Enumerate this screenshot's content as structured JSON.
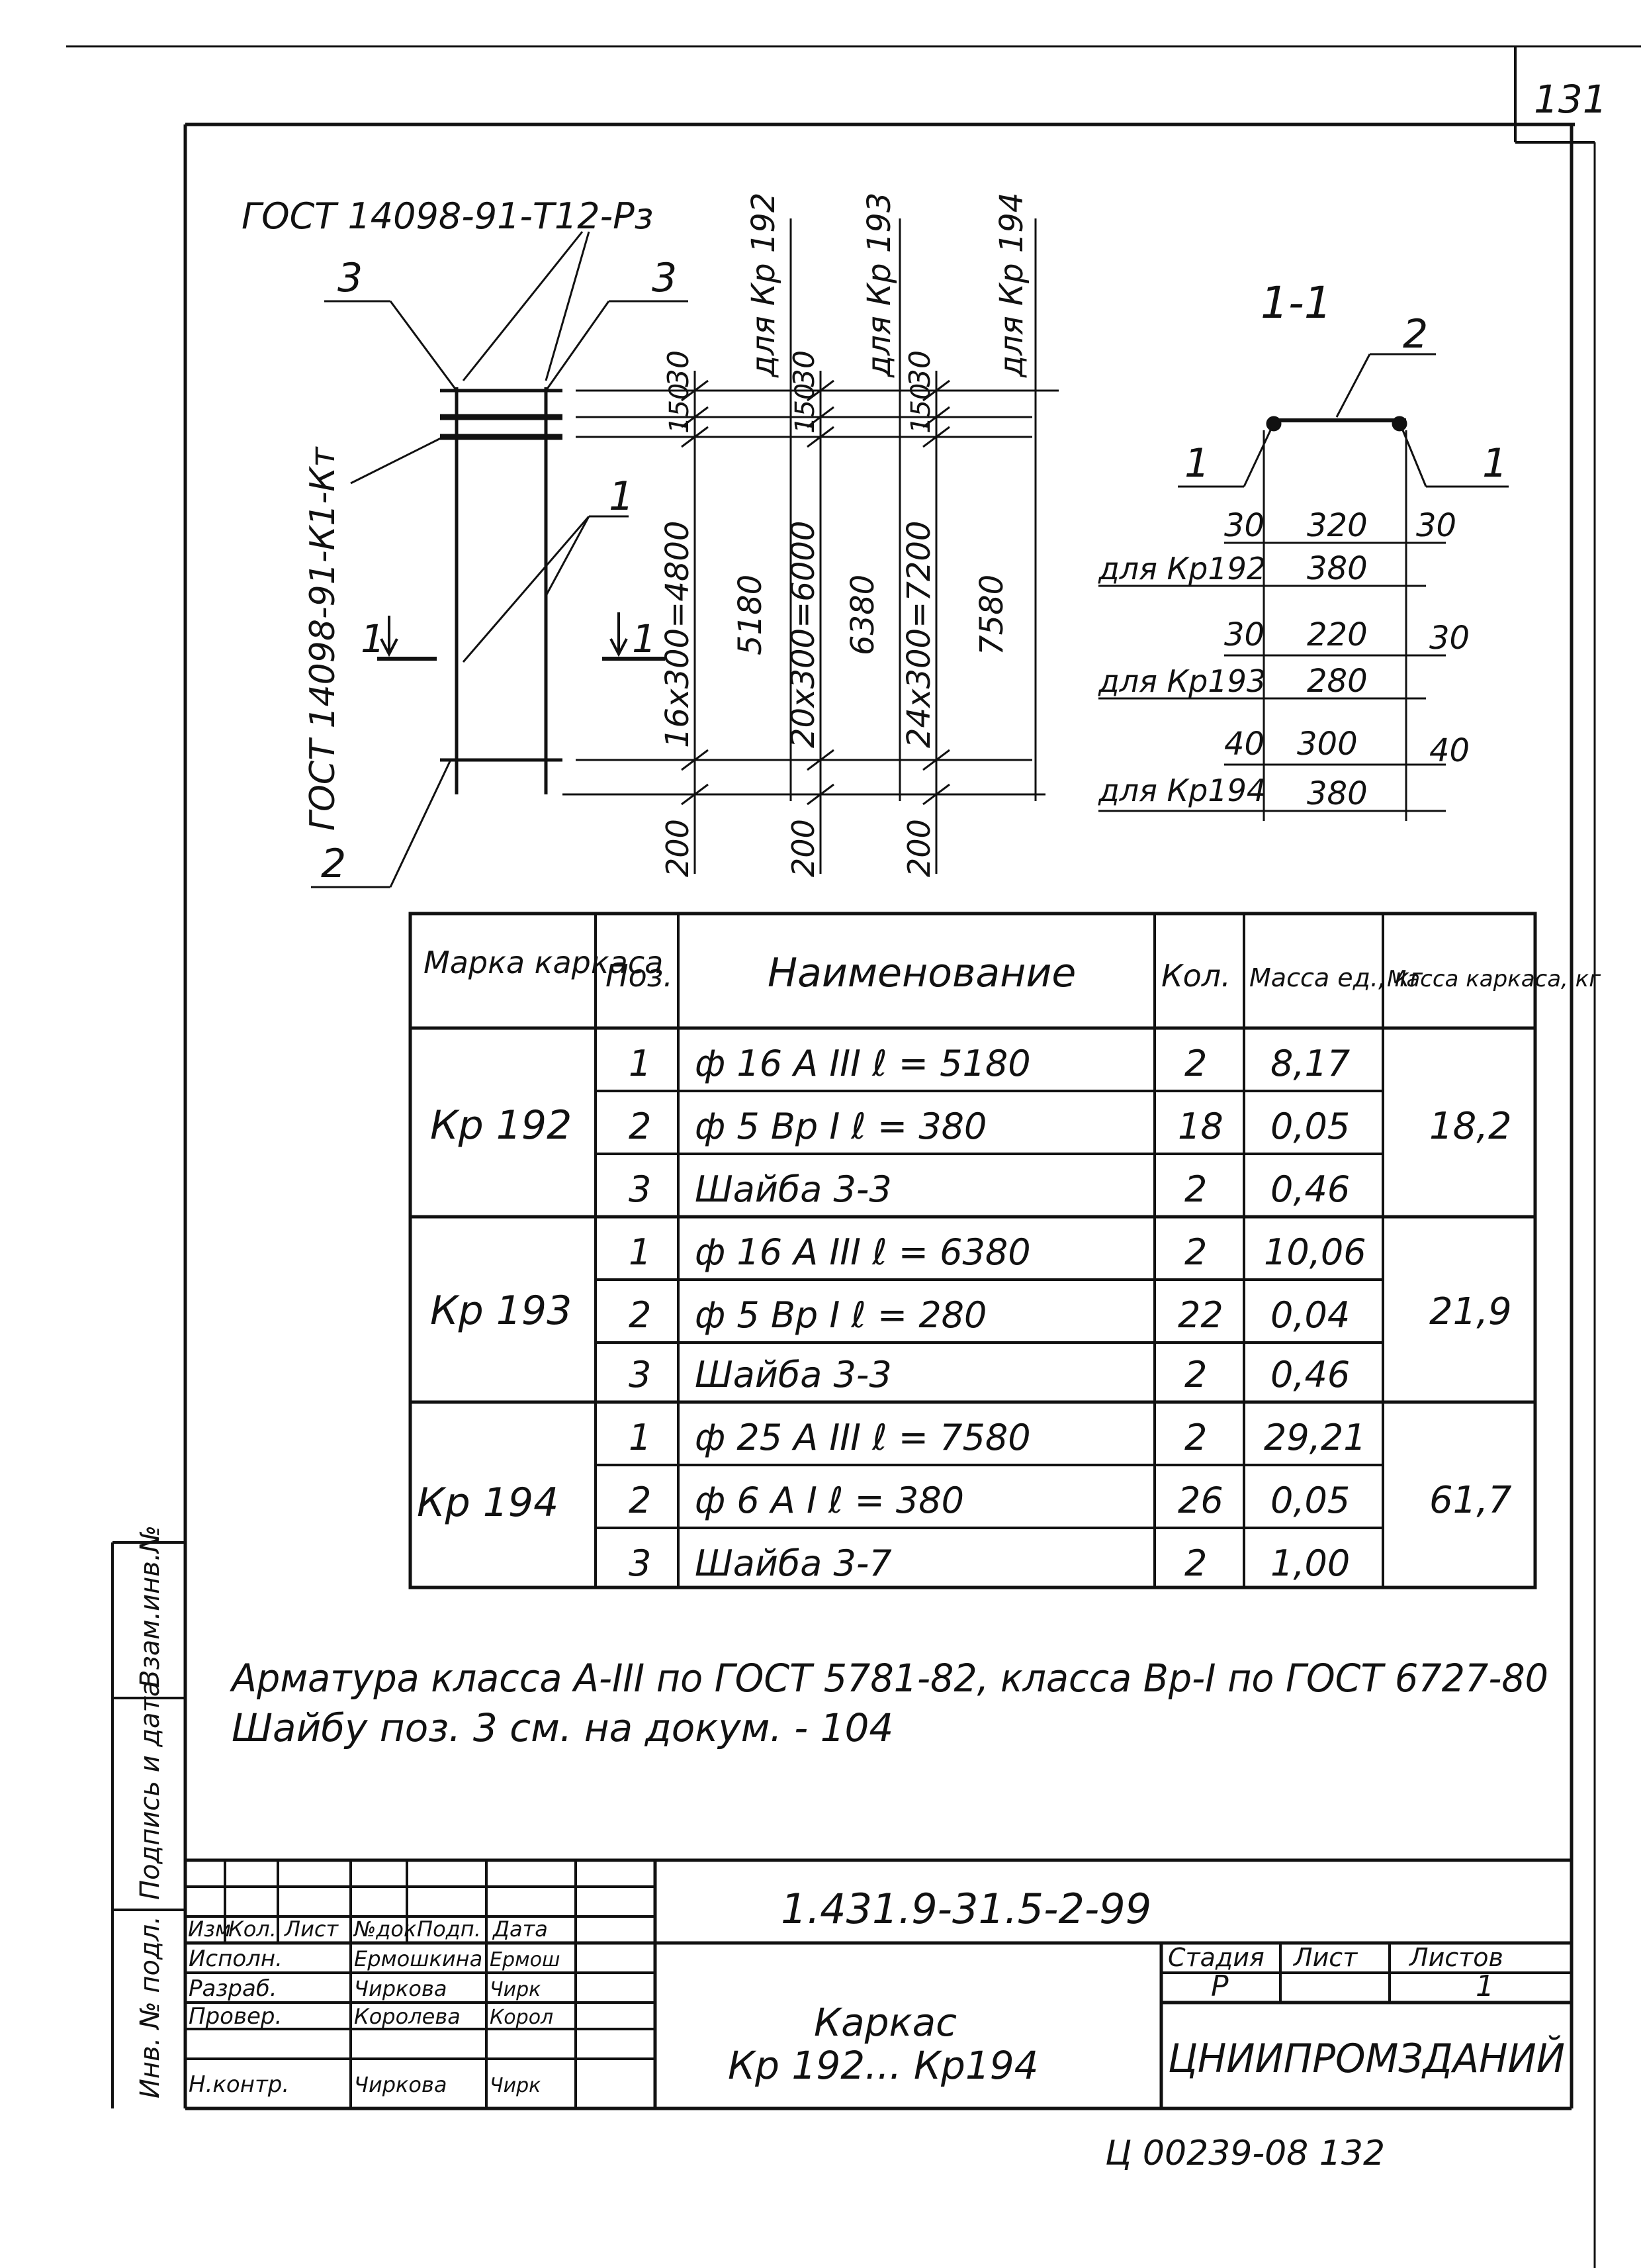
{
  "sheet": {
    "page_number": "131"
  },
  "drawing": {
    "gost_washer": "ГОСТ 14098-91-Т12-Рз",
    "gost_weld": "ГОСТ 14098-91-К1-Кт",
    "callouts": {
      "pos1": "1",
      "pos2": "2",
      "pos3a": "3",
      "pos3b": "3"
    },
    "section_marks": {
      "left": "1",
      "right": "1"
    },
    "dim_top": "30",
    "dim_150": "150",
    "dim_bottom": "200",
    "dim_kp192": "16х300=4800",
    "dim_kp193": "20х300=6000",
    "dim_kp194": "24х300=7200",
    "len_kp192": "5180",
    "len_kp193": "6380",
    "len_kp194": "7580",
    "for_kp192": "для Кр 192",
    "for_kp193": "для Кр 193",
    "for_kp194": "для Кр 194"
  },
  "section": {
    "title": "1-1",
    "pos1": "1",
    "pos2": "2",
    "rows": [
      {
        "label": "",
        "left": "30",
        "mid": "320",
        "right": "30"
      },
      {
        "label": "для Кр192",
        "left": "",
        "mid": "380",
        "right": ""
      },
      {
        "label": "",
        "left": "30",
        "mid": "220",
        "right": "30"
      },
      {
        "label": "для Кр193",
        "left": "",
        "mid": "280",
        "right": ""
      },
      {
        "label": "",
        "left": "40",
        "mid": "300",
        "right": "40"
      },
      {
        "label": "для Кр194",
        "left": "",
        "mid": "380",
        "right": ""
      }
    ]
  },
  "spec_table": {
    "headers": {
      "mark": "Марка каркаса",
      "pos": "Поз.",
      "name": "Наименование",
      "qty": "Кол.",
      "mass_unit": "Масса ед., кг",
      "mass_frame": "Масса каркаса, кг"
    },
    "groups": [
      {
        "mark": "Кр 192",
        "mass": "18,2",
        "rows": [
          {
            "pos": "1",
            "name": "ф 16 А III   ℓ = 5180",
            "qty": "2",
            "unit_mass": "8,17"
          },
          {
            "pos": "2",
            "name": "ф 5 Вр I   ℓ = 380",
            "qty": "18",
            "unit_mass": "0,05"
          },
          {
            "pos": "3",
            "name": "Шайба   3-3",
            "qty": "2",
            "unit_mass": "0,46"
          }
        ]
      },
      {
        "mark": "Кр 193",
        "mass": "21,9",
        "rows": [
          {
            "pos": "1",
            "name": "ф 16 А III   ℓ = 6380",
            "qty": "2",
            "unit_mass": "10,06"
          },
          {
            "pos": "2",
            "name": "ф 5 Вр I   ℓ = 280",
            "qty": "22",
            "unit_mass": "0,04"
          },
          {
            "pos": "3",
            "name": "Шайба   3-3",
            "qty": "2",
            "unit_mass": "0,46"
          }
        ]
      },
      {
        "mark": "Кр 194",
        "mass": "61,7",
        "rows": [
          {
            "pos": "1",
            "name": "ф 25 А III  ℓ = 7580",
            "qty": "2",
            "unit_mass": "29,21"
          },
          {
            "pos": "2",
            "name": "ф 6 А I   ℓ = 380",
            "qty": "26",
            "unit_mass": "0,05"
          },
          {
            "pos": "3",
            "name": "Шайба   3-7",
            "qty": "2",
            "unit_mass": "1,00"
          }
        ]
      }
    ]
  },
  "notes": {
    "line1": "Арматура класса А-III по ГОСТ 5781-82, класса Вр-I по ГОСТ 6727-80",
    "line2": "Шайбу поз. 3 см. на докум. - 104"
  },
  "side_stamp": {
    "inv_signature": "Инв. № подл.",
    "signature_date": "Подпись и дата",
    "replaced_inv": "Взам.инв.№"
  },
  "title_block": {
    "doc_code": "1.431.9-31.5-2-99",
    "headers": [
      "Изм",
      "Кол.",
      "Лист",
      "№док.",
      "Подп.",
      "Дата"
    ],
    "roles": [
      {
        "role": "Исполн.",
        "name": "Ермошкина",
        "sign": "Ермош"
      },
      {
        "role": "Разраб.",
        "name": "Чиркова",
        "sign": "Чирк"
      },
      {
        "role": "Провер.",
        "name": "Королева",
        "sign": "Корол"
      },
      {
        "role": "",
        "name": "",
        "sign": ""
      },
      {
        "role": "Н.контр.",
        "name": "Чиркова",
        "sign": "Чирк"
      }
    ],
    "title_line1": "Каркас",
    "title_line2": "Кр 192... Кр194",
    "stage_label": "Стадия",
    "sheet_label": "Лист",
    "sheets_label": "Листов",
    "stage": "Р",
    "sheet": "",
    "sheets": "1",
    "org": "ЦНИИПРОМЗДАНИЙ"
  },
  "footer": {
    "archive_number": "Ц 00239-08   132"
  }
}
